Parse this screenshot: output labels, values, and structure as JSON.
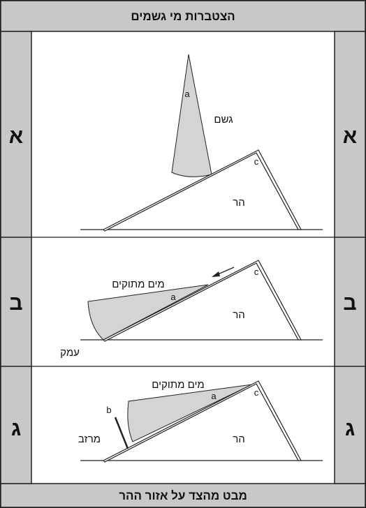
{
  "header": {
    "title": "הצטברות מי גשמים"
  },
  "footer": {
    "caption": "מבט מהצד על אזור ההר"
  },
  "panels": [
    {
      "side_label": "א",
      "labels": {
        "cone_letter": "a",
        "rain": "גשם",
        "corner_letter": "c",
        "mountain": "הר"
      }
    },
    {
      "side_label": "ב",
      "labels": {
        "water": "מים מתוקים",
        "water_letter": "a",
        "corner_letter": "c",
        "mountain": "הר",
        "valley": "עמק"
      }
    },
    {
      "side_label": "ג",
      "labels": {
        "water": "מים מתוקים",
        "water_letter": "a",
        "corner_letter": "c",
        "mountain": "הר",
        "pole_letter": "b",
        "gutter": "מרזב"
      }
    }
  ],
  "colors": {
    "band": "#c8c8c8",
    "shading": "#d4d4d4",
    "ink": "#222222"
  }
}
